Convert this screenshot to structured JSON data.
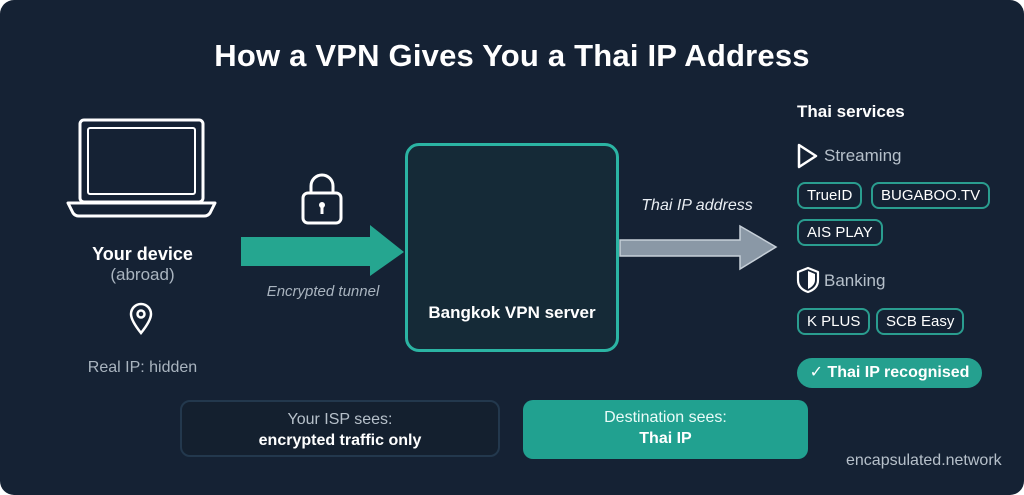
{
  "title": "How a VPN Gives You a Thai IP Address",
  "device": {
    "label": "Your device",
    "sublabel": "(abroad)",
    "real_ip": "Real IP: hidden"
  },
  "tunnel": {
    "label": "Encrypted tunnel"
  },
  "server": {
    "label": "Bangkok VPN server"
  },
  "exit_arrow": {
    "label": "Thai IP address"
  },
  "services": {
    "title": "Thai services",
    "streaming": {
      "label": "Streaming",
      "icon": "play-icon",
      "apps": [
        "TrueID",
        "BUGABOO.TV",
        "AIS PLAY"
      ]
    },
    "banking": {
      "label": "Banking",
      "icon": "shield-icon",
      "apps": [
        "K PLUS",
        "SCB Easy"
      ]
    },
    "badge": "✓ Thai IP recognised"
  },
  "isp_box": {
    "line1": "Your ISP sees:",
    "line2": "encrypted traffic only"
  },
  "destination_box": {
    "line1": "Destination sees:",
    "line2": "Thai IP"
  },
  "footer": "encapsulated.network",
  "colors": {
    "background": "#152234",
    "accent": "#2bb4a3",
    "arrow_grey": "#8a98a6"
  }
}
